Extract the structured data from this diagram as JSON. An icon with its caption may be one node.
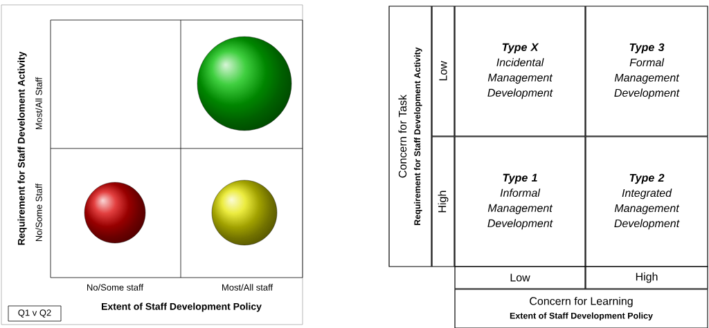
{
  "diagram": {
    "nodes": [
      {
        "text": [],
        "shape": "circle"
      },
      {
        "text": [],
        "shape": "circle"
      },
      {
        "text": [],
        "shape": "circle"
      },
      {
        "text": [
          "Q1 v Q2"
        ]
      },
      {
        "text": [
          "Concern for Task",
          "Requirement for Staff Development Activity"
        ]
      },
      {
        "text": [
          "Low"
        ]
      },
      {
        "text": [
          "High"
        ]
      },
      {
        "text": [
          "Type X",
          "Incidental Management Development"
        ]
      },
      {
        "text": [
          "Type 3",
          "Formal Management Development"
        ]
      },
      {
        "text": [
          "Type 1",
          "Informal Management Development"
        ]
      },
      {
        "text": [
          "Type 2",
          "Integrated Management Development"
        ]
      },
      {
        "text": [
          "Low"
        ]
      },
      {
        "text": [
          "High"
        ]
      },
      {
        "text": [
          "Concern for Learning",
          "Extent of Staff Development Policy"
        ]
      }
    ],
    "labels": [
      "Requirement for Staff Develoment Activity",
      "Most/All Staff",
      "No/Some Staff",
      "No/Some staff",
      "Most/All staff",
      "Extent of Staff Development Policy"
    ]
  }
}
